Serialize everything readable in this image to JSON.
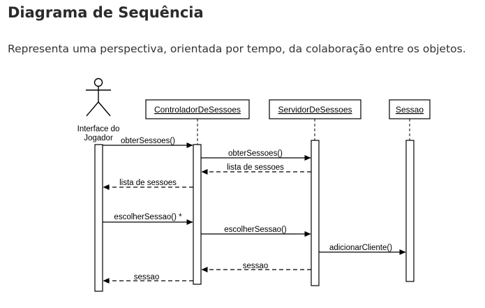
{
  "page": {
    "title": "Diagrama de Sequência",
    "description": "Representa uma perspectiva, orientada por tempo, da colaboração entre os objetos."
  },
  "diagram": {
    "actor": {
      "line1": "Interface do",
      "line2": "Jogador"
    },
    "objects": {
      "controlador": "ControladorDeSessoes",
      "servidor": "ServidorDeSessoes",
      "sessao": "Sessao"
    },
    "messages": {
      "m1": "obterSessoes()",
      "m2": "obterSessoes()",
      "m3": "lista de sessoes",
      "m4": "lista de sessoes",
      "m5": "escolherSessao() *",
      "m6": "escolherSessao()",
      "m7": "adicionarCliente()",
      "m8": "sessao",
      "m9": "sessao"
    }
  }
}
